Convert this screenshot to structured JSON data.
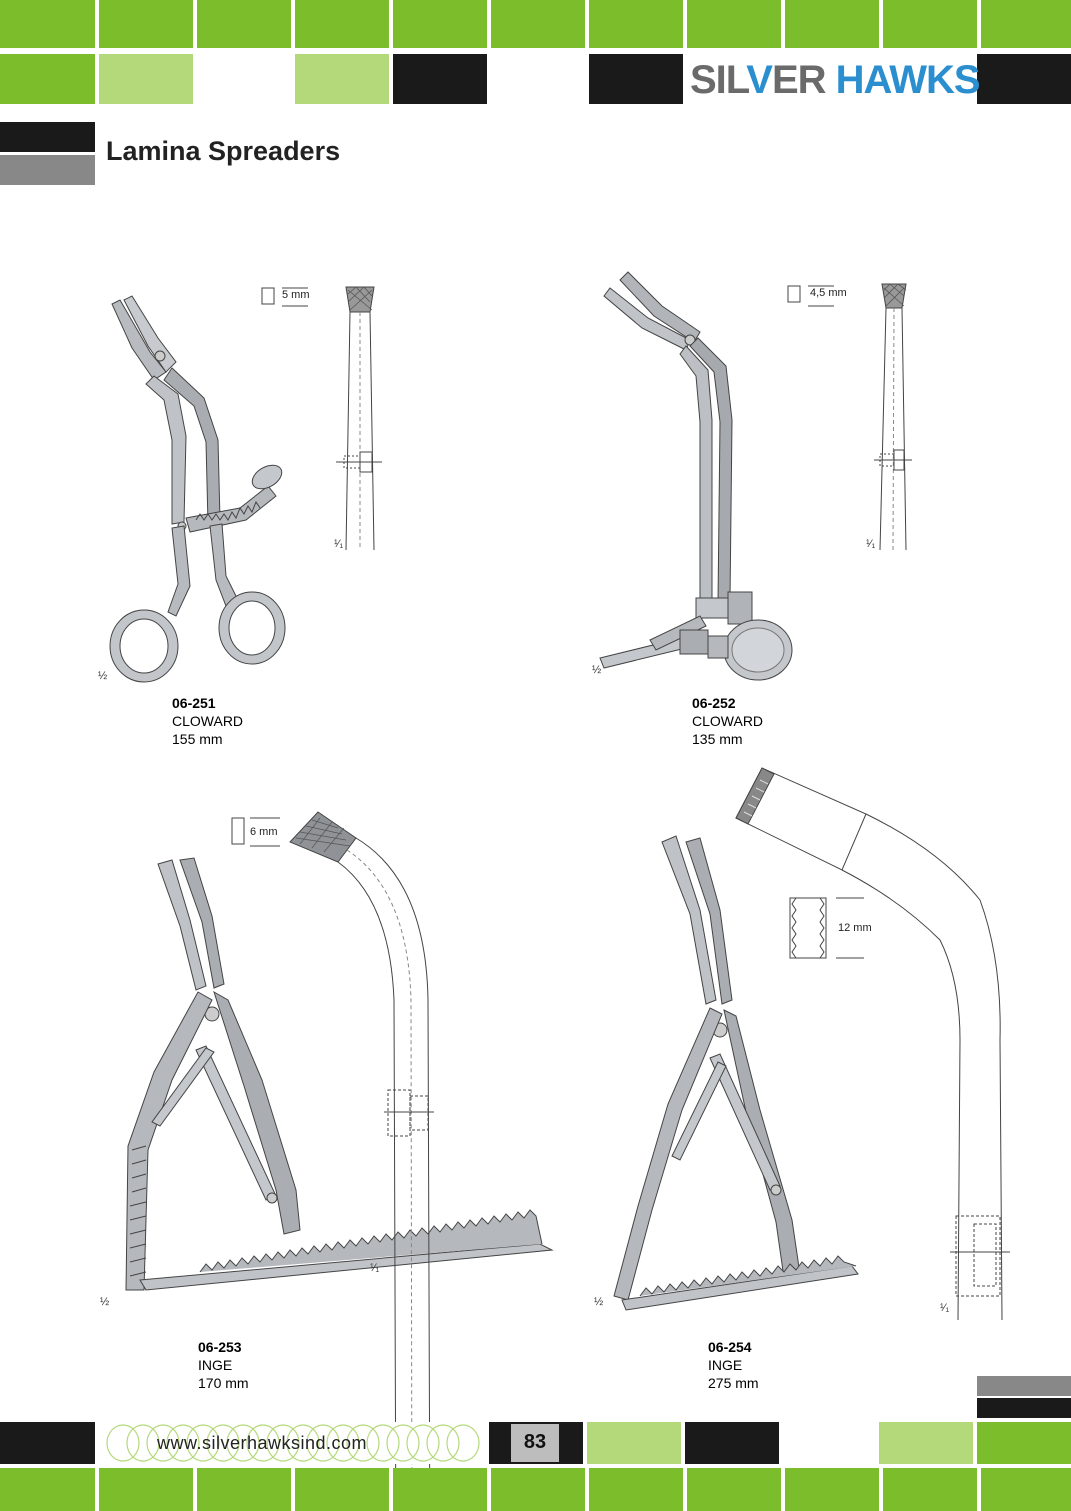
{
  "brand": {
    "name_part1": "SIL",
    "name_part2": "ER",
    "name_part3": "HAWKS",
    "color_dark": "#666666",
    "color_blue": "#2a8ecf"
  },
  "page": {
    "title": "Lamina Spreaders",
    "website": "www.silverhawksind.com",
    "page_number": "83"
  },
  "colors": {
    "green": "#7bbd2a",
    "light_green": "#b4d97b",
    "black": "#1a1a1a",
    "gray": "#888888"
  },
  "products": [
    {
      "code": "06-251",
      "name": "CLOWARD",
      "length": "155 mm",
      "jaw_width": "5 mm",
      "scale_main": "½",
      "scale_detail": "¹⁄₁"
    },
    {
      "code": "06-252",
      "name": "CLOWARD",
      "length": "135 mm",
      "jaw_width": "4,5 mm",
      "scale_main": "½",
      "scale_detail": "¹⁄₁"
    },
    {
      "code": "06-253",
      "name": "INGE",
      "length": "170 mm",
      "jaw_width": "6 mm",
      "scale_main": "½",
      "scale_detail": "¹⁄₁"
    },
    {
      "code": "06-254",
      "name": "INGE",
      "length": "275 mm",
      "jaw_width": "12 mm",
      "scale_main": "½",
      "scale_detail": "¹⁄₁"
    }
  ]
}
